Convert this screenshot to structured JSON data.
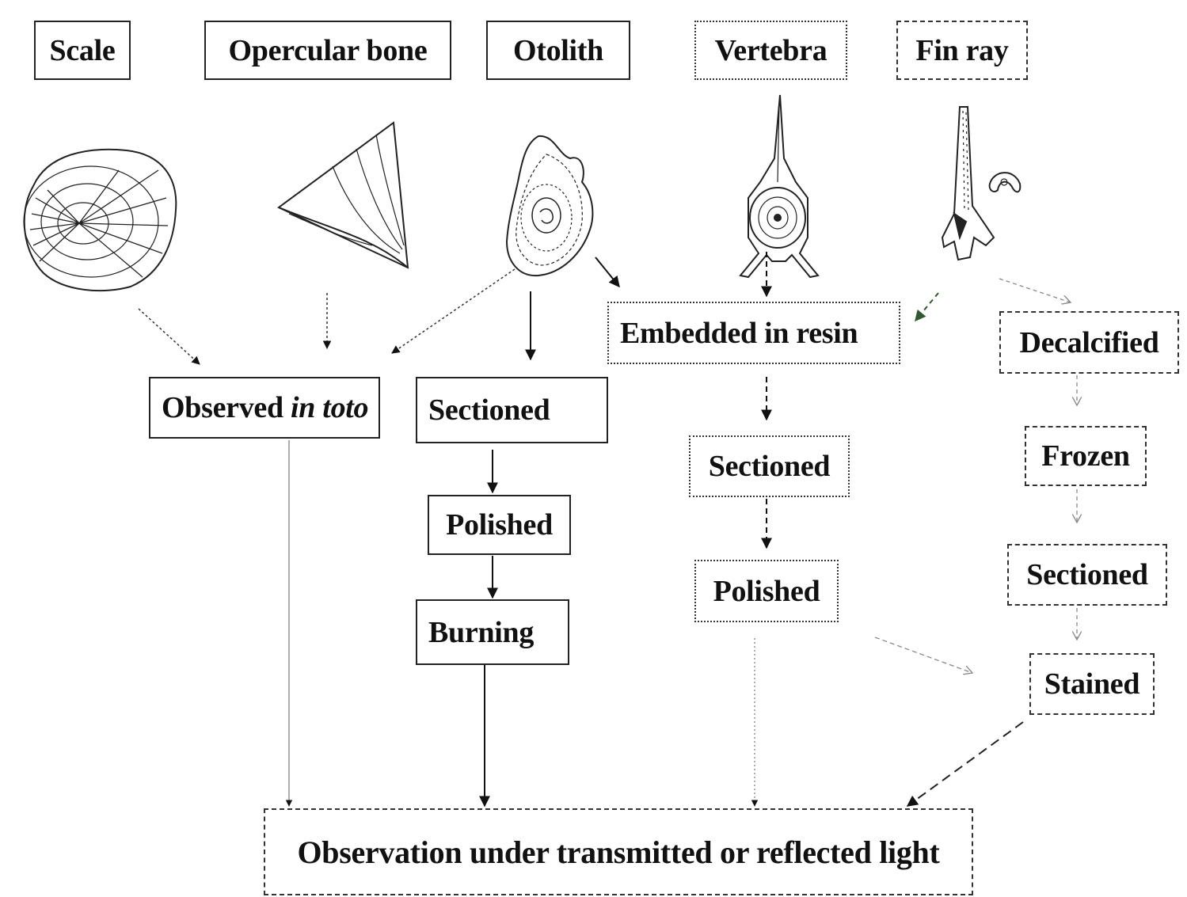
{
  "structures": [
    {
      "label": "Scale"
    },
    {
      "label": "Opercular bone"
    },
    {
      "label": "Otolith"
    },
    {
      "label": "Vertebra"
    },
    {
      "label": "Fin ray"
    }
  ],
  "steps": {
    "observed_prefix": "Observed ",
    "observed_italic": "in toto",
    "otolith_sectioned": "Sectioned",
    "otolith_polished": "Polished",
    "otolith_burning": "Burning",
    "embedded": "Embedded in resin",
    "vertebra_sectioned": "Sectioned",
    "vertebra_polished": "Polished",
    "decalcified": "Decalcified",
    "frozen": "Frozen",
    "finray_sectioned": "Sectioned",
    "stained": "Stained"
  },
  "final": "Observation under transmitted or reflected light",
  "icons": [
    "scale-icon",
    "opercular-bone-icon",
    "otolith-icon",
    "vertebra-icon",
    "fin-ray-icon"
  ]
}
